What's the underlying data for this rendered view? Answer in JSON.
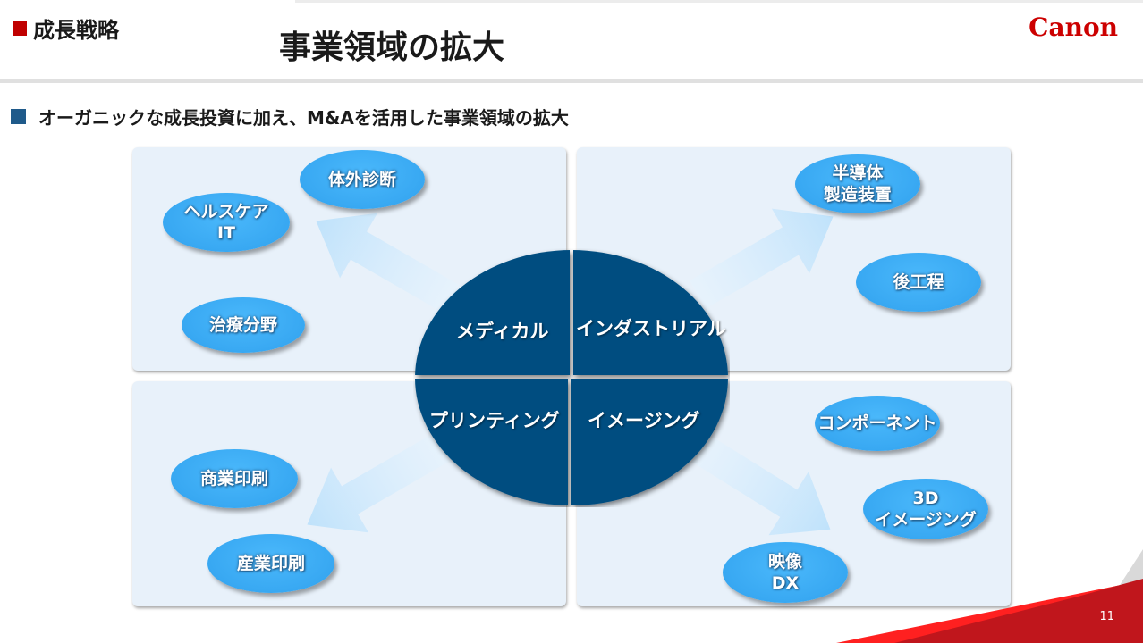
{
  "header": {
    "section_label": "成長戦略",
    "title": "事業領域の拡大",
    "logo": "Canon",
    "accent_color": "#c00000"
  },
  "subtitle": {
    "text": "オーガニックな成長投資に加え、M&Aを活用した事業領域の拡大",
    "bullet_color": "#1f5a8a"
  },
  "diagram": {
    "core_color": "#004e80",
    "bubble_color": "#38a8f2",
    "panel_color": "#e8f1fa",
    "quadrants": [
      {
        "name": "メディカル",
        "expansions": [
          {
            "lines": [
              "体外診断"
            ]
          },
          {
            "lines": [
              "ヘルスケア",
              "IT"
            ]
          },
          {
            "lines": [
              "治療分野"
            ]
          }
        ]
      },
      {
        "name": "インダストリアル",
        "expansions": [
          {
            "lines": [
              "半導体",
              "製造装置"
            ]
          },
          {
            "lines": [
              "後工程"
            ]
          }
        ]
      },
      {
        "name": "プリンティング",
        "expansions": [
          {
            "lines": [
              "商業印刷"
            ]
          },
          {
            "lines": [
              "産業印刷"
            ]
          }
        ]
      },
      {
        "name": "イメージング",
        "expansions": [
          {
            "lines": [
              "コンポーネント"
            ]
          },
          {
            "lines": [
              "3D",
              "イメージング"
            ]
          },
          {
            "lines": [
              "映像",
              "DX"
            ]
          }
        ]
      }
    ]
  },
  "footer": {
    "page_number": "11"
  }
}
